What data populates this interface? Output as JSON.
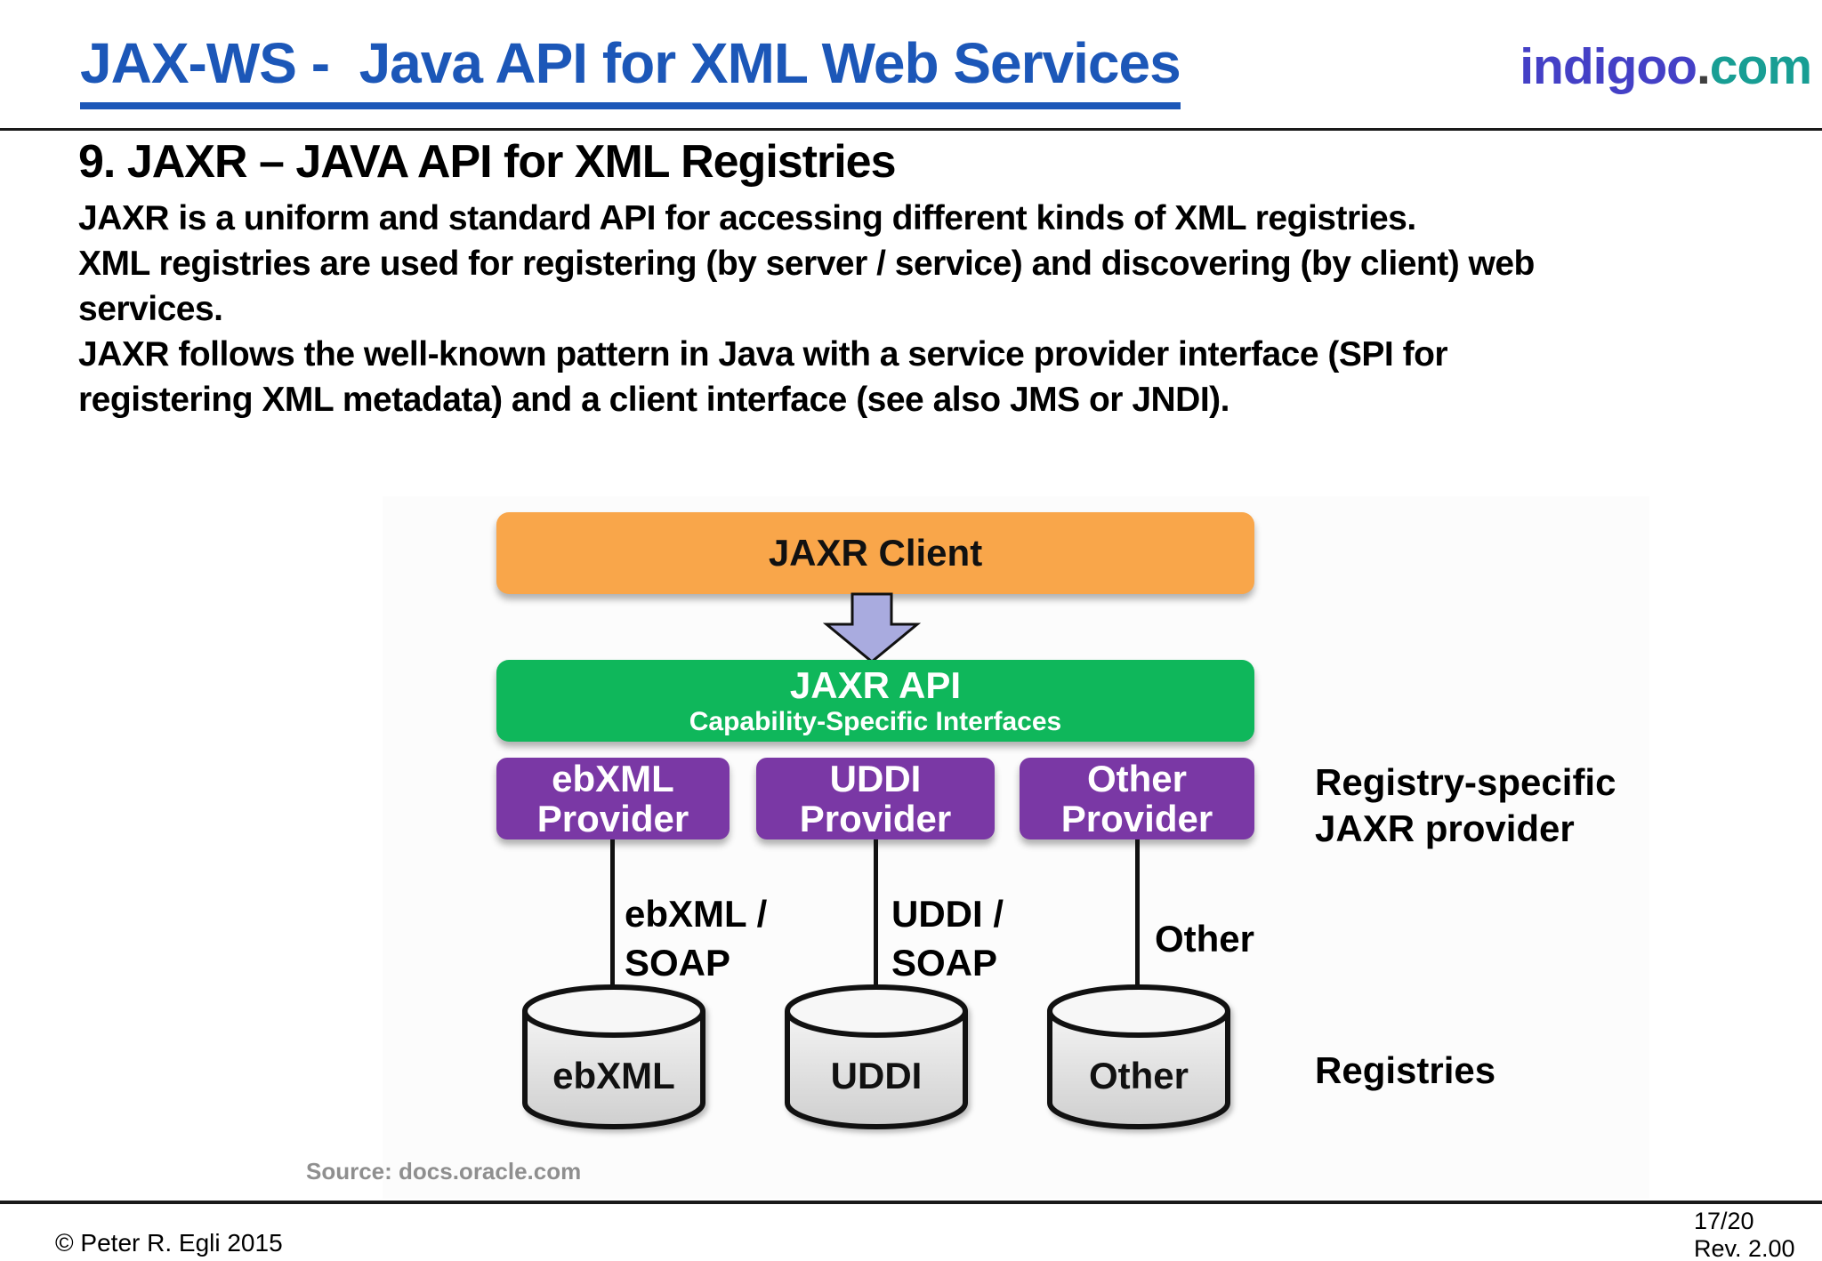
{
  "header": {
    "title": "JAX-WS -  Java API for XML Web Services",
    "logo": {
      "name": "indigoo",
      "dot": ".",
      "tld": "com"
    }
  },
  "content": {
    "heading": "9. JAXR – JAVA API for XML Registries",
    "paragraph": "JAXR is a uniform and standard API for accessing different kinds of XML registries.\nXML registries are used for registering (by server / service) and discovering (by client) web\nservices.\nJAXR follows the well-known pattern in Java with a service provider interface (SPI for\nregistering XML metadata) and a client interface (see also JMS or JNDI)."
  },
  "diagram": {
    "client_box": "JAXR Client",
    "api_box": {
      "title": "JAXR API",
      "subtitle": "Capability-Specific Interfaces"
    },
    "providers": [
      {
        "label": "ebXML\nProvider",
        "connector_label": "ebXML /\nSOAP",
        "registry": "ebXML"
      },
      {
        "label": "UDDI\nProvider",
        "connector_label": "UDDI /\nSOAP",
        "registry": "UDDI"
      },
      {
        "label": "Other\nProvider",
        "connector_label": "Other",
        "registry": "Other"
      }
    ],
    "side_labels": {
      "providers": "Registry-specific\nJAXR provider",
      "registries": "Registries"
    },
    "source": "Source: docs.oracle.com",
    "colors": {
      "client_box": "#F9A64A",
      "api_box": "#0FB75B",
      "provider_box": "#7A38A5",
      "arrow": "#A9ABDF",
      "cylinder_stroke": "#111111",
      "title_blue": "#1C57B8",
      "logo_indigo": "#4440C6",
      "logo_teal": "#189E94"
    }
  },
  "footer": {
    "copyright": "© Peter R. Egli 2015",
    "page": "17/20",
    "revision": "Rev. 2.00"
  }
}
